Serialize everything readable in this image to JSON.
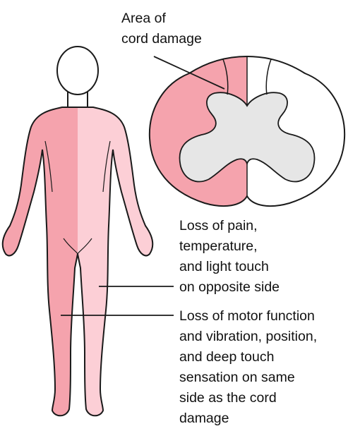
{
  "labels": {
    "cord_damage": [
      "Area of",
      "cord damage"
    ],
    "pain_loss": [
      "Loss of pain,",
      "temperature,",
      "and light touch",
      "on opposite side"
    ],
    "motor_loss": [
      "Loss of motor function",
      "and vibration, position,",
      "and deep touch",
      "sensation on same",
      "side as the cord",
      "damage"
    ]
  },
  "colors": {
    "same_side_body": "#f5a3ad",
    "opposite_side_body": "#fccfd6",
    "cord_damage_area": "#f5a3ad",
    "gray_matter": "#e6e6e6",
    "outline": "#1a1a1a"
  }
}
